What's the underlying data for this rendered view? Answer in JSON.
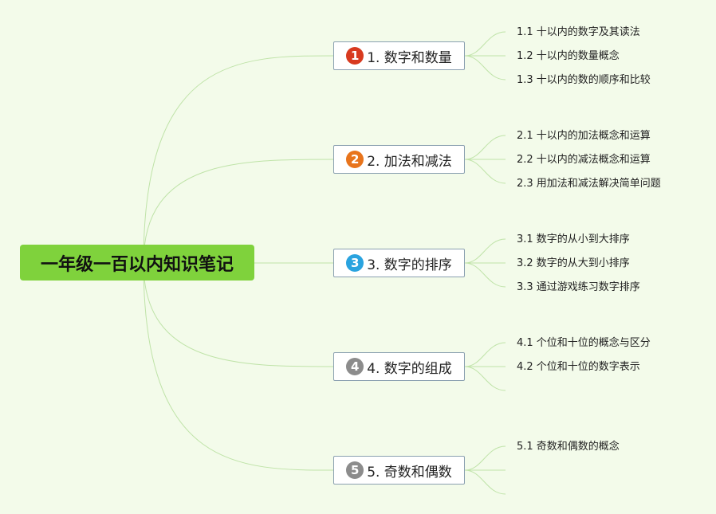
{
  "root": {
    "label": "一年级一百以内知识笔记"
  },
  "branches": [
    {
      "badge": "1",
      "color": "#d83a1f",
      "label": "1. 数字和数量",
      "children": [
        "1.1 十以内的数字及其读法",
        "1.2 十以内的数量概念",
        "1.3 十以内的数的顺序和比较"
      ]
    },
    {
      "badge": "2",
      "color": "#e8741c",
      "label": "2. 加法和减法",
      "children": [
        "2.1 十以内的加法概念和运算",
        "2.2 十以内的减法概念和运算",
        "2.3 用加法和减法解决简单问题"
      ]
    },
    {
      "badge": "3",
      "color": "#2aa3df",
      "label": "3. 数字的排序",
      "children": [
        "3.1 数字的从小到大排序",
        "3.2 数字的从大到小排序",
        "3.3 通过游戏练习数字排序"
      ]
    },
    {
      "badge": "4",
      "color": "#8c8c8c",
      "label": "4. 数字的组成",
      "children": [
        "4.1 个位和十位的概念与区分",
        "4.2 个位和十位的数字表示",
        ""
      ]
    },
    {
      "badge": "5",
      "color": "#8c8c8c",
      "label": "5. 奇数和偶数",
      "children": [
        "5.1 奇数和偶数的概念",
        "",
        ""
      ]
    }
  ],
  "colors": {
    "background": "#f3fbea",
    "root": "#7fd23c",
    "link": "#bfe3a8"
  }
}
